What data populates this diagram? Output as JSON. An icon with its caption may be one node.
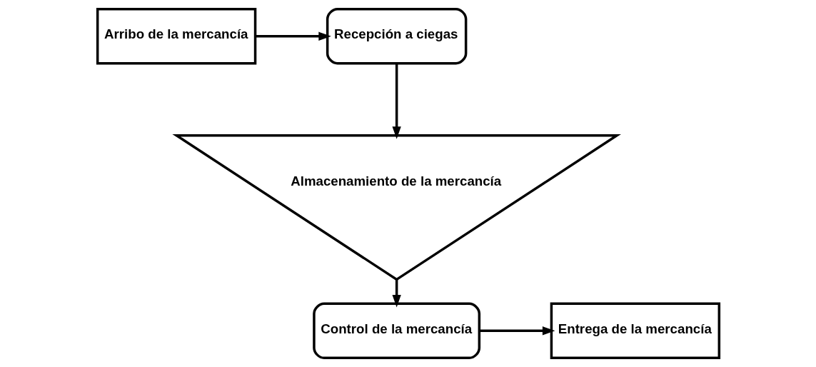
{
  "diagram": {
    "nodes": [
      {
        "text": [
          "Arribo de la mercancía"
        ]
      },
      {
        "text": [
          "Recepción a ciegas"
        ]
      },
      {
        "text": [
          "Almacenamiento de la mercancía"
        ]
      },
      {
        "text": [
          "Control de la mercancía"
        ]
      },
      {
        "text": [
          "Entrega de la mercancía"
        ]
      }
    ],
    "edges": [
      {
        "from": 0,
        "to": 1,
        "arrow": "to"
      },
      {
        "from": 1,
        "to": 2,
        "arrow": "to"
      },
      {
        "from": 2,
        "to": 3,
        "arrow": "to"
      },
      {
        "from": 3,
        "to": 4,
        "arrow": "to"
      }
    ]
  }
}
